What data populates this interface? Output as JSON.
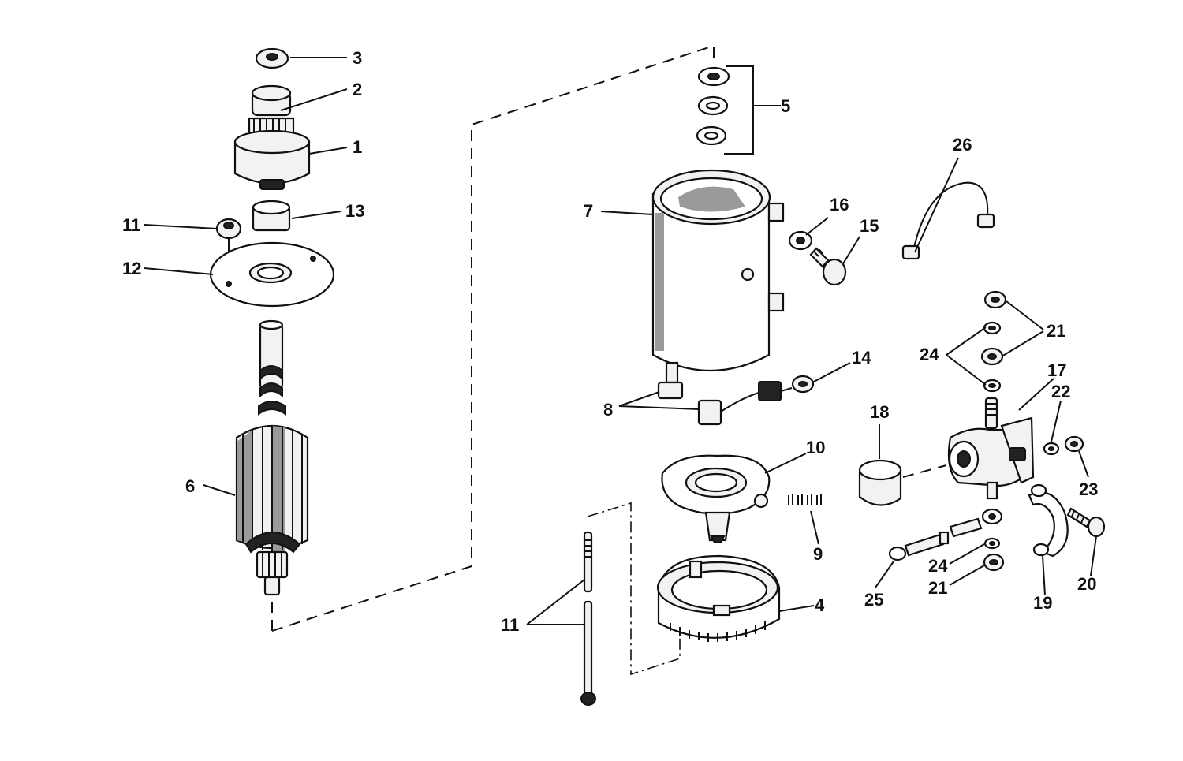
{
  "callouts": {
    "c1": "1",
    "c2": "2",
    "c3": "3",
    "c4": "4",
    "c5": "5",
    "c6": "6",
    "c7": "7",
    "c8": "8",
    "c9": "9",
    "c10": "10",
    "c11a": "11",
    "c11b": "11",
    "c12": "12",
    "c13": "13",
    "c14": "14",
    "c15": "15",
    "c16": "16",
    "c17": "17",
    "c18": "18",
    "c19": "19",
    "c20": "20",
    "c21a": "21",
    "c21b": "21",
    "c22": "22",
    "c23": "23",
    "c24a": "24",
    "c24b": "24",
    "c25": "25",
    "c26": "26"
  }
}
